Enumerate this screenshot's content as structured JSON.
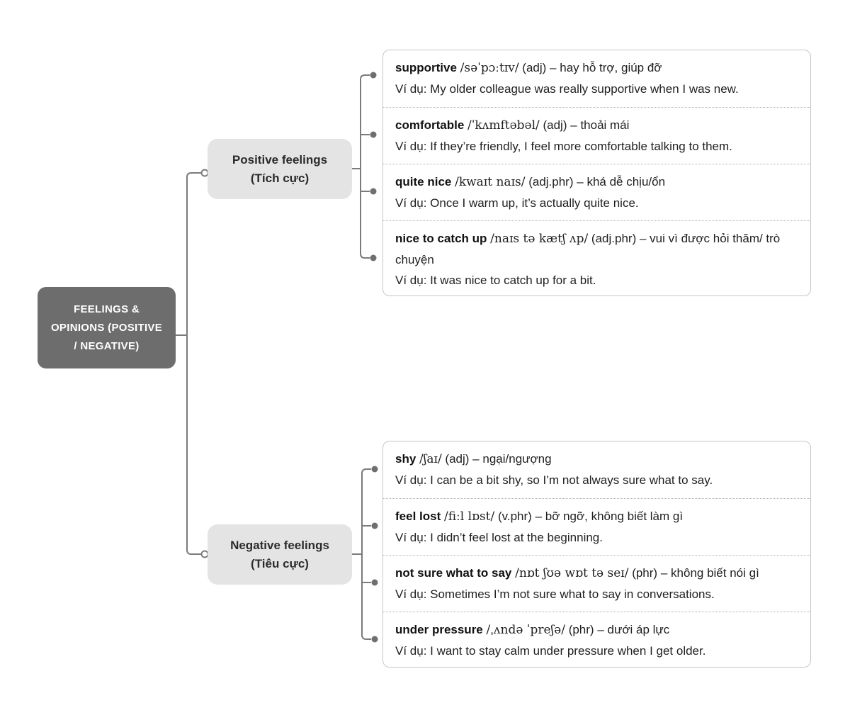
{
  "colors": {
    "root_fill": "#6d6d6d",
    "root_text": "#ffffff",
    "branch_fill": "#e4e4e4",
    "branch_text": "#2b2b2b",
    "connector": "#7b7b7b",
    "dot_fill": "#6f6f6f",
    "box_border": "#c6c6c6",
    "box_bg": "#ffffff",
    "separator": "#b0b0b0",
    "text": "#1f1f1f"
  },
  "ui": {
    "dash": "–"
  },
  "root": {
    "label": "FEELINGS & OPINIONS (POSITIVE / NEGATIVE)",
    "lines": [
      "FEELINGS &",
      "OPINIONS (POSITIVE",
      "/ NEGATIVE)"
    ]
  },
  "branches": [
    {
      "id": "positive",
      "label": "Positive feelings (Tích cực)",
      "lines": [
        "Positive feelings",
        "(Tích cực)"
      ],
      "entries": [
        {
          "headword": "supportive",
          "ipa": "/səˈpɔːtɪv/",
          "pos": "(adj)",
          "meaning": "hay hỗ trợ, giúp đỡ",
          "example": "Ví dụ: My older colleague was really supportive when I was new."
        },
        {
          "headword": "comfortable",
          "ipa": "/ˈkʌmftəbəl/",
          "pos": "(adj)",
          "meaning": "thoải mái",
          "example": "Ví dụ: If they’re friendly, I feel more comfortable talking to them."
        },
        {
          "headword": "quite nice",
          "ipa": "/kwaɪt naɪs/",
          "pos": "(adj.phr)",
          "meaning": "khá dễ chịu/ổn",
          "example": "Ví dụ: Once I warm up, it’s actually quite nice."
        },
        {
          "headword": "nice to catch up",
          "ipa": "/naɪs tə kætʃ ʌp/",
          "pos": "(adj.phr)",
          "meaning": "vui vì được hỏi thăm/ trò chuyện",
          "example": "Ví dụ: It was nice to catch up for a bit."
        }
      ]
    },
    {
      "id": "negative",
      "label": "Negative feelings (Tiêu cực)",
      "lines": [
        "Negative feelings",
        "(Tiêu cực)"
      ],
      "entries": [
        {
          "headword": "shy",
          "ipa": "/ʃaɪ/",
          "pos": "(adj)",
          "meaning": "ngại/ngượng",
          "example": "Ví dụ: I can be a bit shy, so I’m not always sure what to say."
        },
        {
          "headword": "feel lost",
          "ipa": "/fiːl lɒst/",
          "pos": "(v.phr)",
          "meaning": "bỡ ngỡ, không biết làm gì",
          "example": "Ví dụ: I didn’t feel lost at the beginning."
        },
        {
          "headword": "not sure what to say",
          "ipa": "/nɒt ʃʊə wɒt tə seɪ/",
          "pos": "(phr)",
          "meaning": "không biết nói gì",
          "example": "Ví dụ: Sometimes I’m not sure what to say in conversations."
        },
        {
          "headword": "under pressure",
          "ipa": "/ˌʌndə ˈpreʃə/",
          "pos": "(phr)",
          "meaning": "dưới áp lực",
          "example": "Ví dụ: I want to stay calm under pressure when I get older."
        }
      ]
    }
  ]
}
